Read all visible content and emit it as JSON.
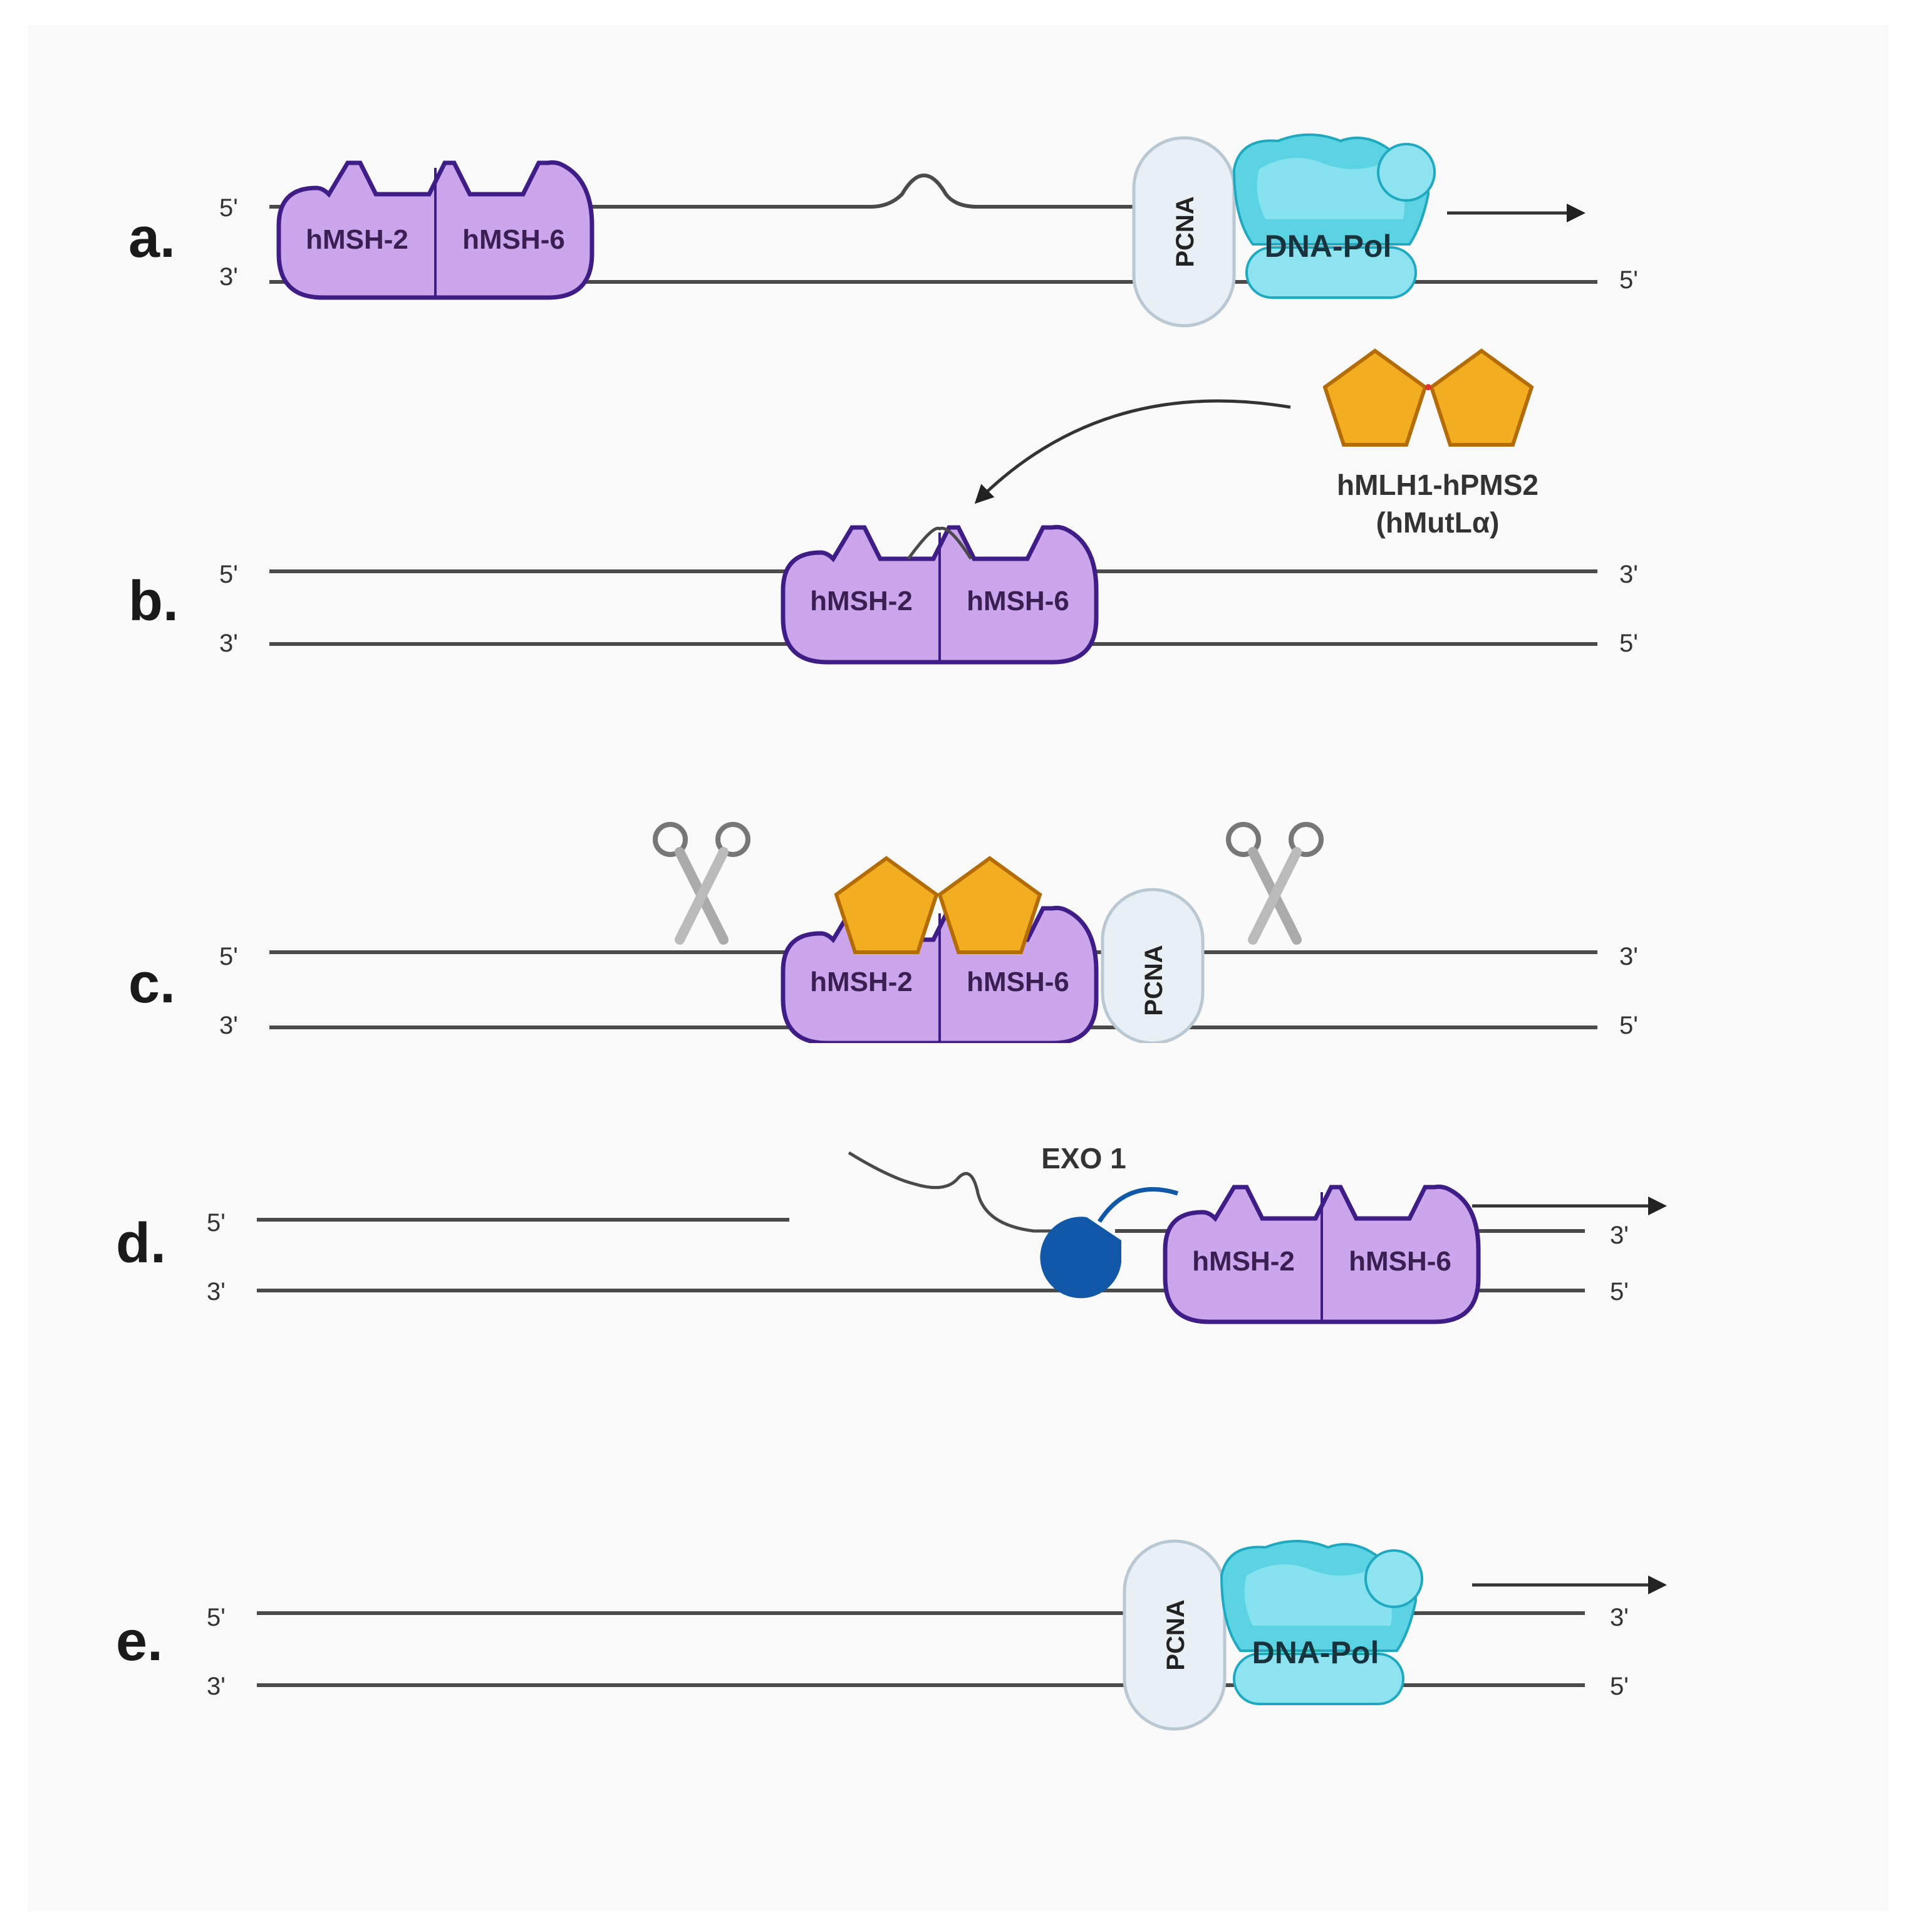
{
  "colors": {
    "msh_fill": "#cca6ec",
    "msh_stroke": "#3f1d87",
    "pcna_fill": "#e8f0f6",
    "pcna_stroke": "#b9c8d3",
    "pol_fill": "#5cd3e3",
    "pol_light": "#8de4f0",
    "pol_stroke": "#1fa9c0",
    "mutl_fill": "#f2ad20",
    "mutl_stroke": "#b36c06",
    "exo_fill": "#1159a8",
    "strand": "#4a4a4a"
  },
  "icons": {
    "scissors": "scissors-icon",
    "exo": "pacman-icon",
    "mutl": "pentagon-dimer-icon"
  },
  "labels": {
    "five_prime": "5'",
    "three_prime": "3'",
    "msh2": "hMSH-2",
    "msh6": "hMSH-6",
    "pcna": "PCNA",
    "dna_pol": "DNA-Pol",
    "mutl_line1": "hMLH1-hPMS2",
    "mutl_line2": "(hMutLα)",
    "exo1": "EXO 1"
  },
  "panels": [
    {
      "id": "a",
      "label": "a.",
      "top_right_end": "",
      "bottom_right_end": "5'"
    },
    {
      "id": "b",
      "label": "b.",
      "top_right_end": "3'",
      "bottom_right_end": "5'"
    },
    {
      "id": "c",
      "label": "c.",
      "top_right_end": "3'",
      "bottom_right_end": "5'"
    },
    {
      "id": "d",
      "label": "d.",
      "top_right_end": "3'",
      "bottom_right_end": "5'"
    },
    {
      "id": "e",
      "label": "e.",
      "top_right_end": "3'",
      "bottom_right_end": "5'"
    }
  ]
}
